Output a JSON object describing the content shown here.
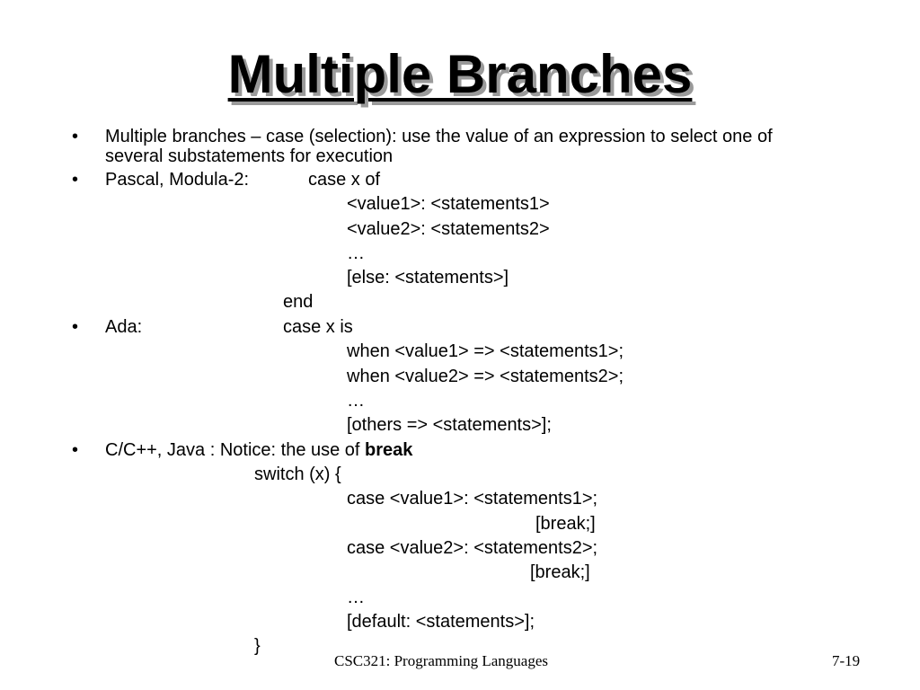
{
  "title": "Multiple Branches",
  "bullets": [
    "•",
    "•",
    "•",
    "•"
  ],
  "lines": {
    "b1_l1": "Multiple branches – case (selection): use the value of an expression to select one of",
    "b1_l2": "several substatements for execution",
    "b2_label": "Pascal, Modula-2:",
    "b2_case": "case x of",
    "b2_v1": "<value1>: <statements1>",
    "b2_v2": "<value2>: <statements2>",
    "b2_ellipsis": "…",
    "b2_else": "[else: <statements>]",
    "b2_end": "end",
    "b3_label": "Ada:",
    "b3_case": "case x is",
    "b3_w1": "when <value1> => <statements1>;",
    "b3_w2": "when <value2> => <statements2>;",
    "b3_ellipsis": "…",
    "b3_others": "[others => <statements>];",
    "b4_prefix": "C/C++, Java : Notice: the use of ",
    "b4_bold": "break",
    "b4_switch": "switch (x) {",
    "b4_c1": "case <value1>: <statements1>;",
    "b4_break1": "[break;]",
    "b4_c2": "case <value2>: <statements2>;",
    "b4_break2": "[break;]",
    "b4_ellipsis": "…",
    "b4_default": "[default: <statements>];",
    "b4_close": "}"
  },
  "footer": {
    "course": "CSC321: Programming Languages",
    "page": "7-19"
  }
}
